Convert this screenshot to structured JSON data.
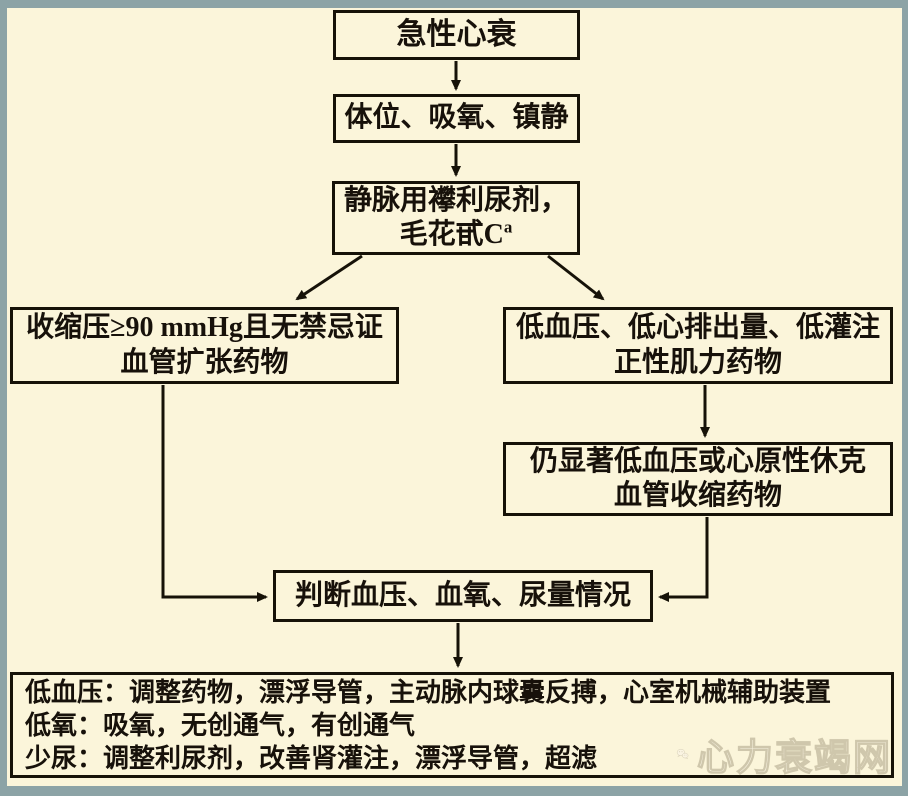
{
  "colors": {
    "background": "#FBF5DA",
    "frame": "#8CA3A6",
    "box_border": "#161208",
    "text": "#17110A",
    "watermark": "#FAF4E2"
  },
  "flowchart": {
    "nodes": {
      "acute_hf": {
        "lines": [
          "急性心衰"
        ]
      },
      "initial_care": {
        "lines": [
          "体位、吸氧、镇静"
        ]
      },
      "iv_diuretic": {
        "lines": [
          "静脉用襻利尿剂，",
          "毛花甙C"
        ],
        "superscript": "a"
      },
      "vasodilator": {
        "lines": [
          "收缩压≥90 mmHg且无禁忌证",
          "血管扩张药物"
        ]
      },
      "inotrope": {
        "lines": [
          "低血压、低心排出量、低灌注",
          "正性肌力药物"
        ]
      },
      "vasoconstrictor": {
        "lines": [
          "仍显著低血压或心原性休克",
          "血管收缩药物"
        ]
      },
      "assess": {
        "lines": [
          "判断血压、血氧、尿量情况"
        ]
      },
      "management": {
        "lines": [
          "低血压：调整药物，漂浮导管，主动脉内球囊反搏，心室机械辅助装置",
          "低氧：吸氧，无创通气，有创通气",
          "少尿：调整利尿剂，改善肾灌注，漂浮导管，超滤"
        ]
      }
    }
  },
  "watermark": {
    "text": "心力衰竭网",
    "icon": "wechat-icon"
  }
}
